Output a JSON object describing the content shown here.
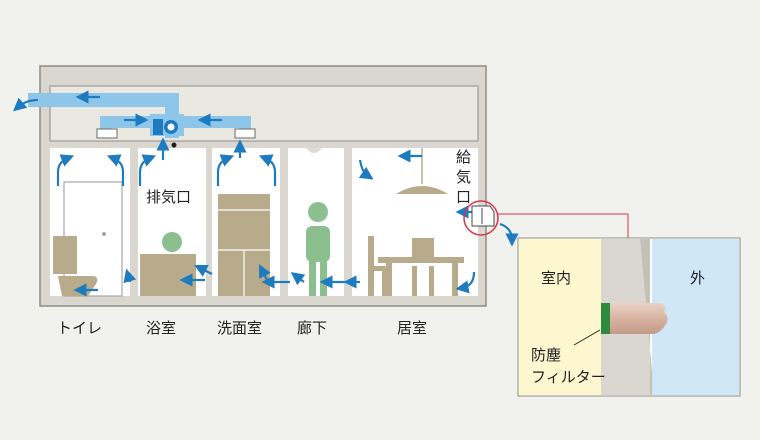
{
  "rooms": {
    "toilet": "トイレ",
    "bathroom": "浴室",
    "washroom": "洗面室",
    "hallway": "廊下",
    "living": "居室"
  },
  "labels": {
    "exhaust_port": "排気口",
    "supply_port_line1": "給",
    "supply_port_line2": "気",
    "supply_port_line3": "口",
    "indoor": "室内",
    "outdoor": "外",
    "filter_line1": "防塵",
    "filter_line2": "フィルター"
  },
  "colors": {
    "airflow": "#1f7bbf",
    "duct": "#8ec6ea",
    "furniture": "#b7ab8c",
    "person": "#8cbf8e",
    "indoor_panel": "#fdf7cf",
    "outdoor_panel": "#cfe7f6",
    "filter": "#2e8b3e",
    "callout": "#d9334a"
  }
}
